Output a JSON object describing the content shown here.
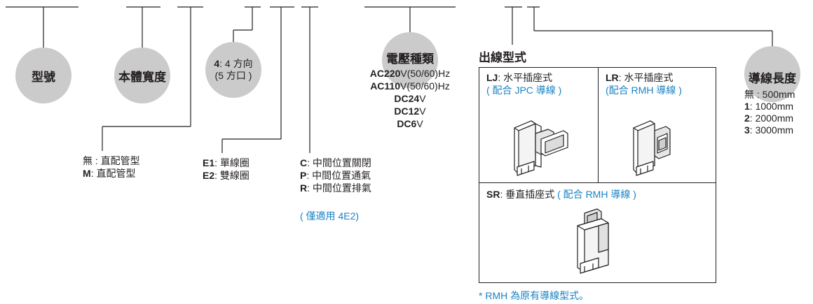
{
  "type_label": "型號",
  "body_width_label": "本體寬度",
  "direction": {
    "code": "4",
    "sep": ":",
    "text": " 4 方向",
    "sub": "(5 方口 )"
  },
  "voltage": {
    "title": "電壓種類",
    "rows": [
      {
        "code": "AC220",
        "unit": "V(50/60)Hz"
      },
      {
        "code": "AC110",
        "unit": "V(50/60)Hz"
      },
      {
        "code": "DC24",
        "unit": "V"
      },
      {
        "code": "DC12",
        "unit": "V"
      },
      {
        "code": "DC6",
        "unit": "V"
      }
    ]
  },
  "outlet": {
    "title": "出線型式",
    "lj": {
      "code": "LJ",
      "text": ": 水平插座式",
      "note": "( 配合 JPC 導線 )"
    },
    "lr": {
      "code": "LR",
      "text": ": 水平插座式",
      "note": "(配合 RMH 導線 )"
    },
    "sr": {
      "code": "SR",
      "text": ": 垂直插座式 ",
      "note": "( 配合 RMH 導線 )"
    },
    "footnote": "* RMH 為原有導線型式。"
  },
  "cable_length": {
    "title": "導線長度",
    "rows": [
      {
        "code": "無",
        "value": " : 500mm"
      },
      {
        "code": "1",
        "value": ": 1000mm"
      },
      {
        "code": "2",
        "value": ": 2000mm"
      },
      {
        "code": "3",
        "value": ": 3000mm"
      }
    ]
  },
  "pipe": {
    "none": "無 : 直配管型",
    "m_code": "M",
    "m_text": ": 直配管型"
  },
  "coil": [
    {
      "code": "E1",
      "text": ": 單線圈"
    },
    {
      "code": "E2",
      "text": ": 雙線圈"
    }
  ],
  "center": {
    "rows": [
      {
        "code": "C",
        "text": ": 中間位置關閉"
      },
      {
        "code": "P",
        "text": ": 中間位置通氣"
      },
      {
        "code": "R",
        "text": ": 中間位置排氣"
      }
    ],
    "note": "( 僅適用 4E2)"
  },
  "colors": {
    "line": "#231f20",
    "circle": "#cbcbcb",
    "note_blue": "#1a82c4"
  }
}
